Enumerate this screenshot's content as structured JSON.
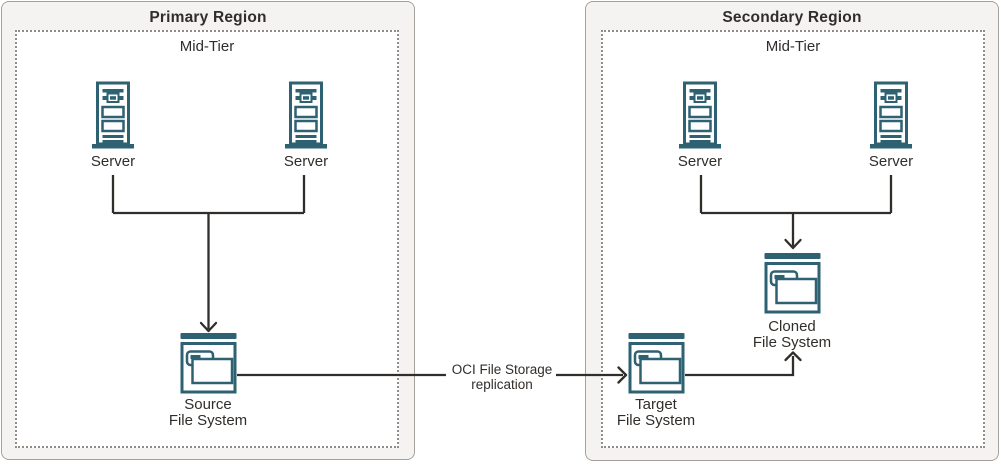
{
  "primary": {
    "title": "Primary Region",
    "tier_label": "Mid-Tier",
    "servers": [
      "Server",
      "Server"
    ],
    "source_file_system": {
      "line1": "Source",
      "line2": "File System"
    }
  },
  "secondary": {
    "title": "Secondary Region",
    "tier_label": "Mid-Tier",
    "servers": [
      "Server",
      "Server"
    ],
    "target_file_system": {
      "line1": "Target",
      "line2": "File System"
    },
    "cloned_file_system": {
      "line1": "Cloned",
      "line2": "File System"
    }
  },
  "replication": {
    "line1": "OCI File Storage",
    "line2": "replication"
  },
  "colors": {
    "icon_teal": "#2E6172",
    "line": "#312D2A",
    "text": "#312D2A",
    "region_fill": "#F4F3F1",
    "region_border": "#A6A09A",
    "dotted_border": "#918C86"
  }
}
